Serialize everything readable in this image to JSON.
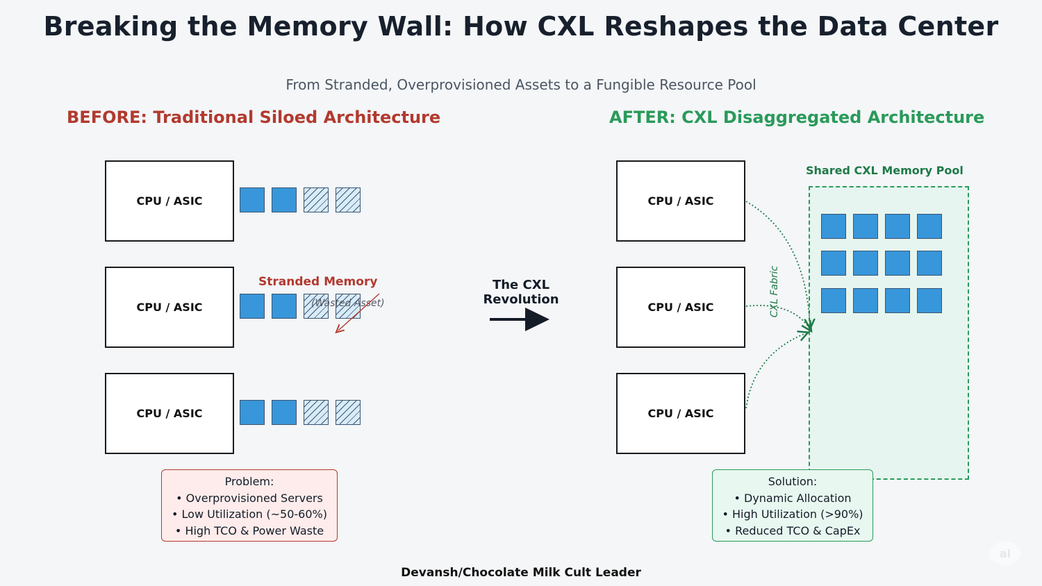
{
  "title": "Breaking the Memory Wall: How CXL Reshapes the Data Center",
  "subtitle": "From Stranded, Overprovisioned Assets to a Fungible Resource Pool",
  "before": {
    "heading": "BEFORE: Traditional Siloed Architecture",
    "cpu_label": "CPU / ASIC",
    "stranded_label": "Stranded Memory",
    "wasted_label": "(Wasted Asset)",
    "problem": {
      "heading": "Problem:",
      "items": [
        "• Overprovisioned Servers",
        "• Low Utilization (~50-60%)",
        "• High TCO & Power Waste"
      ]
    }
  },
  "transition": {
    "line1": "The CXL",
    "line2": "Revolution"
  },
  "after": {
    "heading": "AFTER: CXL Disaggregated Architecture",
    "cpu_label": "CPU / ASIC",
    "pool_label": "Shared CXL Memory Pool",
    "fabric_label": "CXL Fabric",
    "solution": {
      "heading": "Solution:",
      "items": [
        "• Dynamic Allocation",
        "• High Utilization (>90%)",
        "• Reduced TCO & CapEx"
      ]
    }
  },
  "footer": "Devansh/Chocolate Milk Cult Leader",
  "logo_text": "ai",
  "colors": {
    "before_accent": "#b23a2e",
    "after_accent": "#2a9a5a",
    "memory_used": "#3896da",
    "memory_stranded": "#d8ebf8"
  }
}
